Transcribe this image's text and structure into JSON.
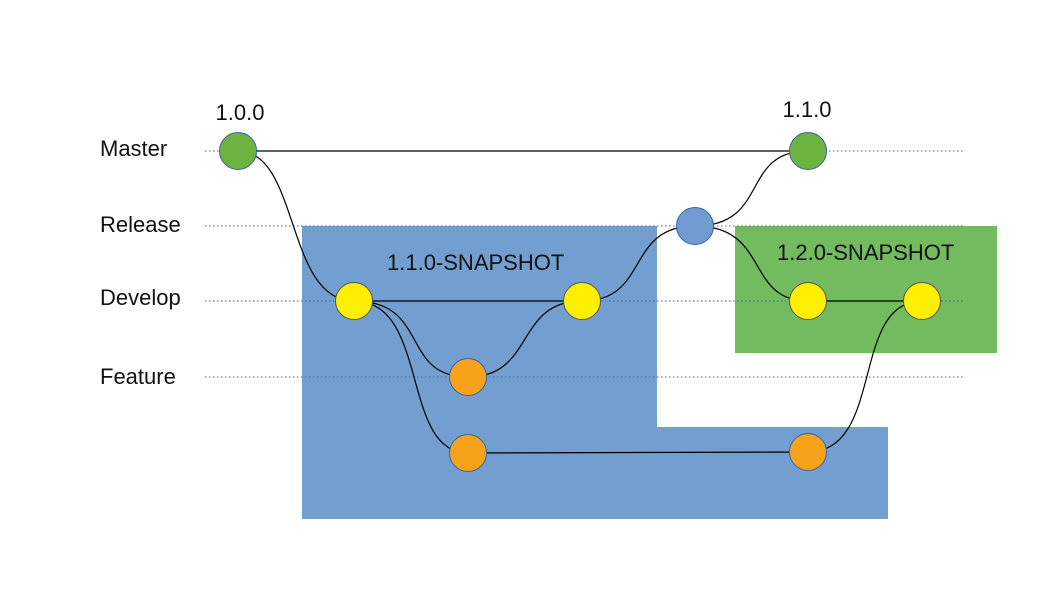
{
  "lanes": {
    "master": "Master",
    "release": "Release",
    "develop": "Develop",
    "feature": "Feature"
  },
  "versions": {
    "v100": "1.0.0",
    "v110": "1.1.0"
  },
  "regions": {
    "snapshot_110": "1.1.0-SNAPSHOT",
    "snapshot_120": "1.2.0-SNAPSHOT"
  },
  "colors": {
    "master_commit": "#6cb33f",
    "release_commit": "#6f9bd1",
    "develop_commit": "#ffef00",
    "feature_commit": "#f7a21b",
    "snapshot_110_region": "#729fcf",
    "snapshot_120_region": "#72bb5f",
    "lane_line": "#3465a4",
    "branch_line": "#000000"
  }
}
